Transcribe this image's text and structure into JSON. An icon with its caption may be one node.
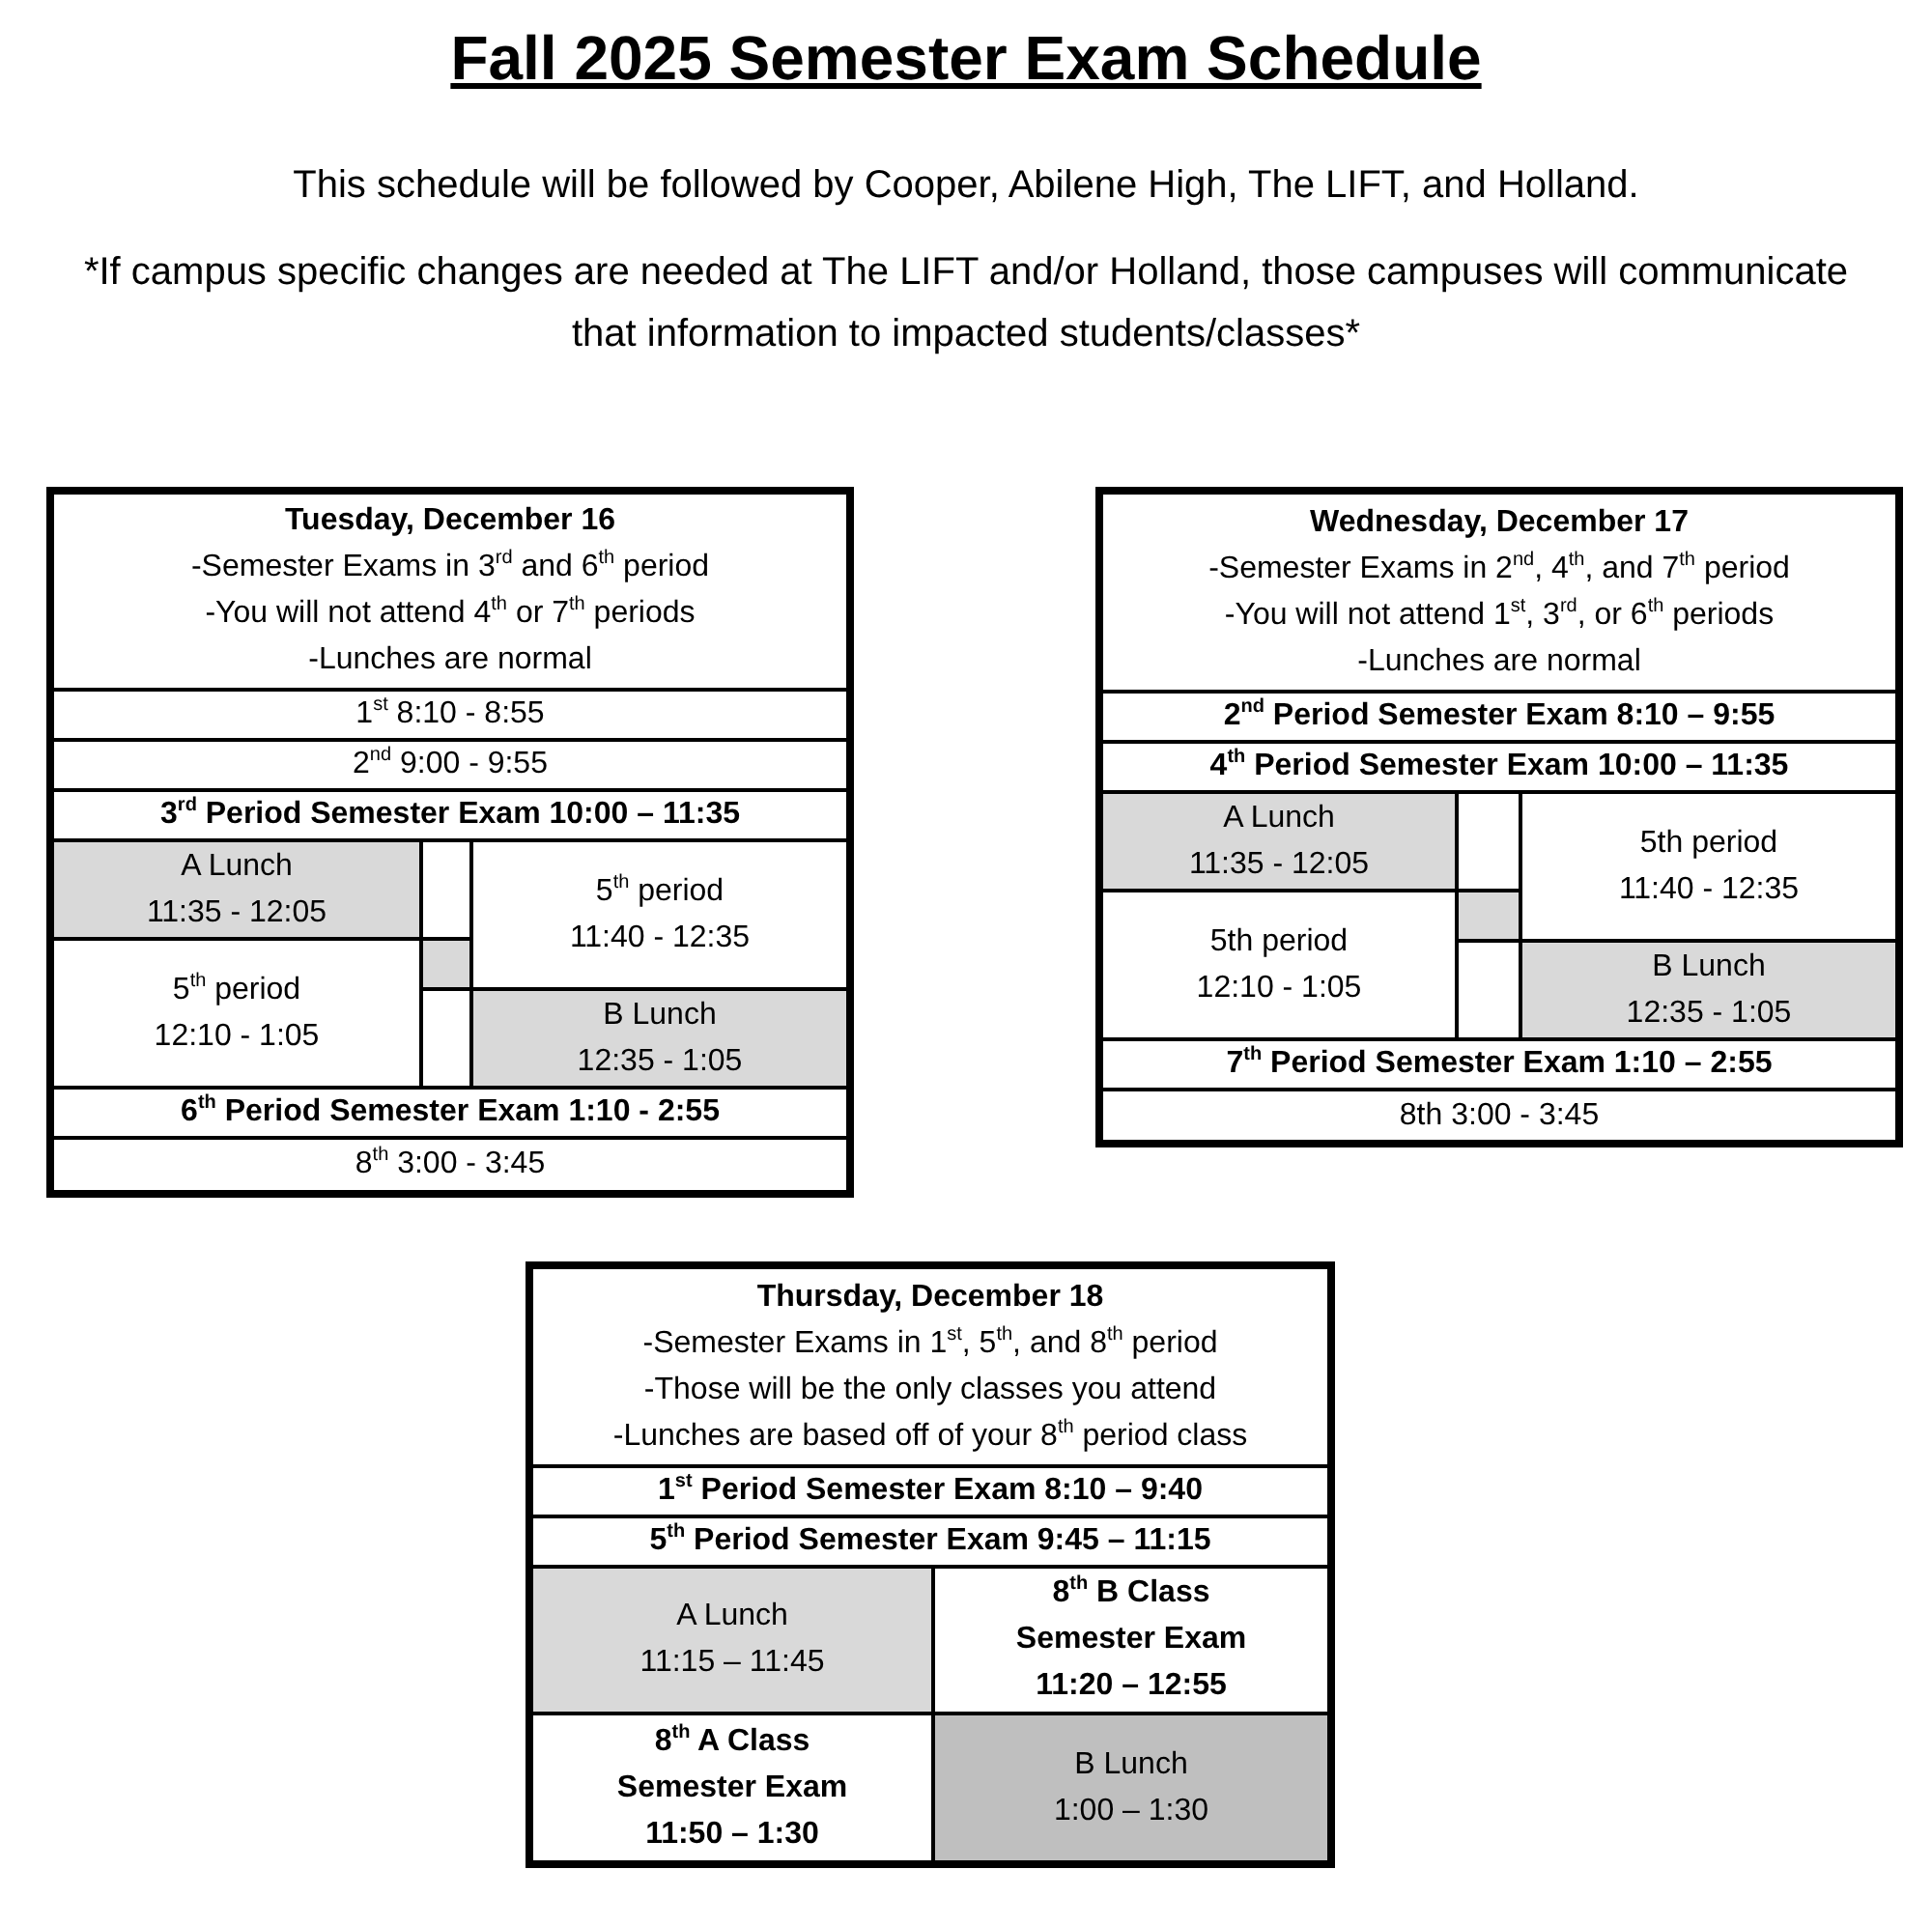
{
  "diagram": {
    "title": "Fall 2025 Semester Exam Schedule",
    "labels": [
      "This schedule will be followed by Cooper, Abilene High, The LIFT, and Holland.",
      "*If campus specific changes are needed at The LIFT and/or Holland, those campuses will communicate that information to impacted students/classes*",
      "Tuesday, December 16",
      "-Semester Exams in 3$^{rd}$ and 6$^{th}$ period",
      "-You will not attend 4$^{th}$ or 7$^{th}$ periods",
      "-Lunches are normal",
      "1$^{st}$ 8:10 - 8:55",
      "2$^{nd}$ 9:00 - 9:55",
      "3$^{rd}$ Period Semester Exam 10:00 – 11:35",
      "A Lunch",
      "11:35 - 12:05",
      "5$^{th}$ period",
      "11:40 - 12:35",
      "5$^{th}$ period",
      "12:10 - 1:05",
      "B Lunch",
      "12:35 - 1:05",
      "6$^{th}$ Period Semester Exam 1:10 - 2:55",
      "8$^{th}$ 3:00 - 3:45",
      "Wednesday, December 17",
      "-Semester Exams in 2$^{nd}$, 4$^{th}$, and 7$^{th}$ period",
      "-You will not attend 1$^{st}$, 3$^{rd}$, or 6$^{th}$ periods",
      "-Lunches are normal",
      "2$^{nd}$ Period Semester Exam 8:10 – 9:55",
      "4$^{th}$ Period Semester Exam 10:00 – 11:35",
      "A Lunch",
      "11:35 - 12:05",
      "5th period",
      "11:40 - 12:35",
      "5th period",
      "12:10 - 1:05",
      "B Lunch",
      "12:35 - 1:05",
      "7$^{th}$ Period Semester Exam 1:10 – 2:55",
      "8th 3:00 - 3:45",
      "Thursday, December 18",
      "-Semester Exams in 1$^{st}$, 5$^{th}$, and 8$^{th}$ period",
      "-Those will be the only classes you attend",
      "-Lunches are based off of your 8$^{th}$ period class",
      "1$^{st}$ Period Semester Exam 8:10 – 9:40",
      "5$^{th}$ Period Semester Exam 9:45 – 11:15",
      "A Lunch",
      "11:15 – 11:45",
      "8$^{th}$ B Class",
      "Semester Exam",
      "11:20 – 12:55",
      "8$^{th}$ A Class",
      "Semester Exam",
      "11:50 – 1:30",
      "B Lunch",
      "1:00 – 1:30"
    ]
  }
}
